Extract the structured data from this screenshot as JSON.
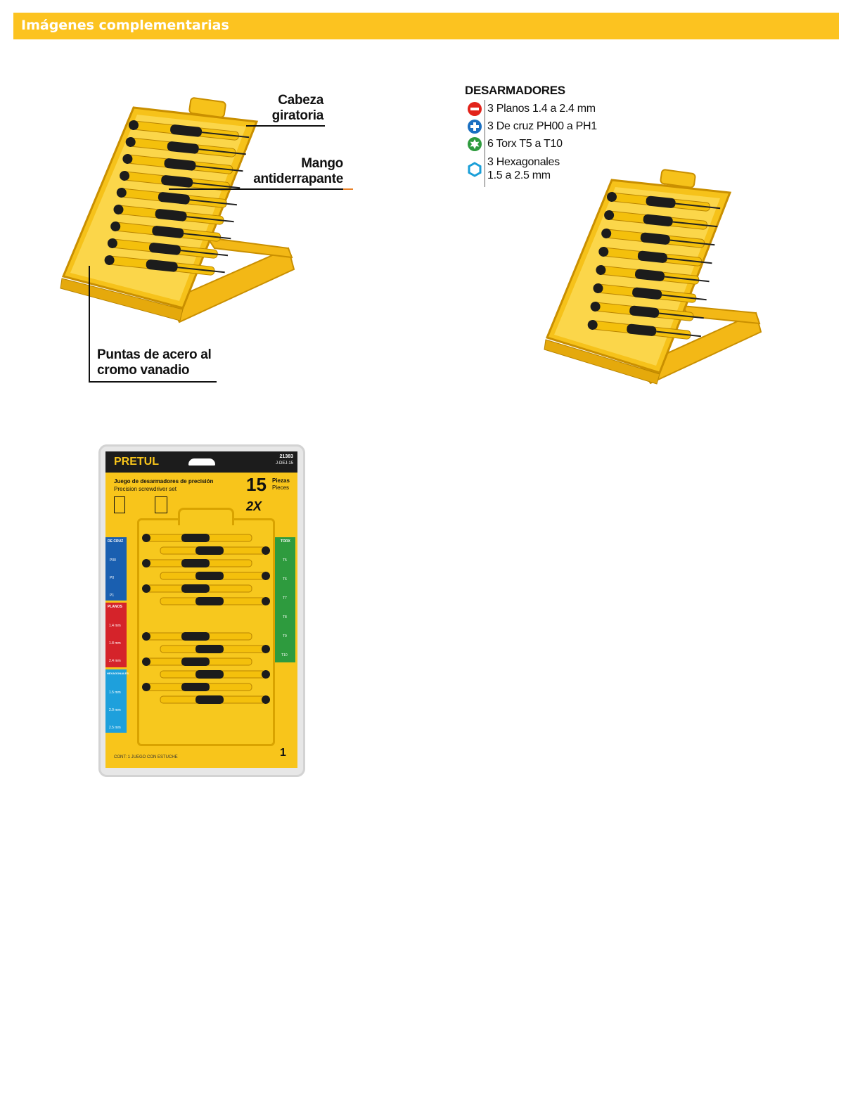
{
  "header": {
    "title": "Imágenes complementarias"
  },
  "callouts": {
    "head": [
      "Cabeza",
      "giratoria"
    ],
    "handle": [
      "Mango",
      "antiderrapante"
    ],
    "tips": [
      "Puntas de acero al",
      "cromo vanadio"
    ]
  },
  "legend": {
    "title": "DESARMADORES",
    "items": [
      {
        "icon": "slotted-icon",
        "color": "#e2231a",
        "text": "3 Planos 1.4 a 2.4 mm"
      },
      {
        "icon": "phillips-icon",
        "color": "#1a6fc1",
        "text": "3 De cruz PH00 a PH1"
      },
      {
        "icon": "torx-icon",
        "color": "#2e9b3e",
        "text": "6 Torx T5 a T10"
      },
      {
        "icon": "hex-icon",
        "color": "#1a9fd8",
        "text": "3 Hexagonales",
        "text2": "1.5 a 2.5 mm"
      }
    ]
  },
  "package": {
    "brand": "PRETUL",
    "code": "21383",
    "model": "J-DEJ-15",
    "title_es": "Juego de desarmadores de precisión",
    "title_en": "Precision screwdriver set",
    "pieces_count": "15",
    "pieces_es": "Piezas",
    "pieces_en": "Pieces",
    "resist": "2X",
    "phillips_header": "DE CRUZ",
    "phillips_labels": [
      "P00",
      "P0",
      "P1"
    ],
    "slotted_header": "PLANOS",
    "slotted_labels": [
      "1.4 mm",
      "1.8 mm",
      "2.4 mm"
    ],
    "hex_header": "HEXAGONALES",
    "hex_labels": [
      "1.5 mm",
      "2.0 mm",
      "2.5 mm"
    ],
    "torx_header": "TORX",
    "torx_labels": [
      "T5",
      "T6",
      "T7",
      "T8",
      "T9",
      "T10"
    ],
    "contents": "CONT: 1 JUEGO CON ESTUCHE",
    "warranty": "1"
  },
  "colors": {
    "accent": "#fcc320",
    "case_yellow": "#f5c518"
  }
}
